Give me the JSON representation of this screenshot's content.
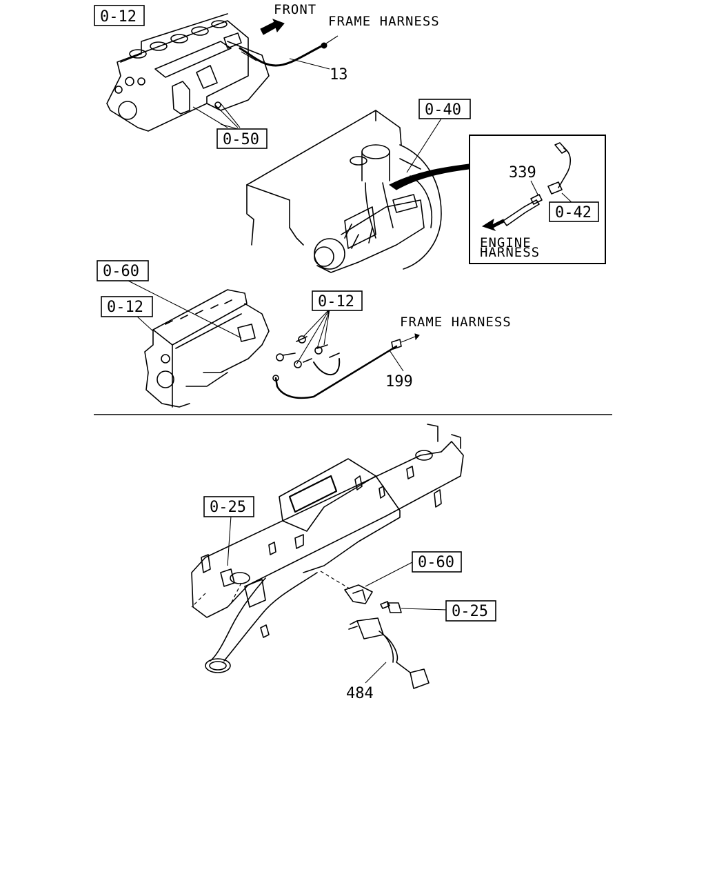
{
  "callouts": {
    "top_block": "0-12",
    "top_harness_ref": "0-50",
    "engine_harness_ref": "0-40",
    "inset_connector_ref": "0-42",
    "mid_block_a": "0-60",
    "mid_block_b": "0-12",
    "mid_sensors": "0-12",
    "manifold_ref": "0-25",
    "sensor_ref": "0-60",
    "bolt_ref": "0-25"
  },
  "parts": {
    "p13": "13",
    "p339": "339",
    "p199": "199",
    "p484": "484"
  },
  "captions": {
    "front": "FRONT",
    "frame_harness_top": "FRAME HARNESS",
    "frame_harness_mid": "FRAME HARNESS",
    "engine_line1": "ENGINE",
    "engine_line2": "HARNESS"
  }
}
